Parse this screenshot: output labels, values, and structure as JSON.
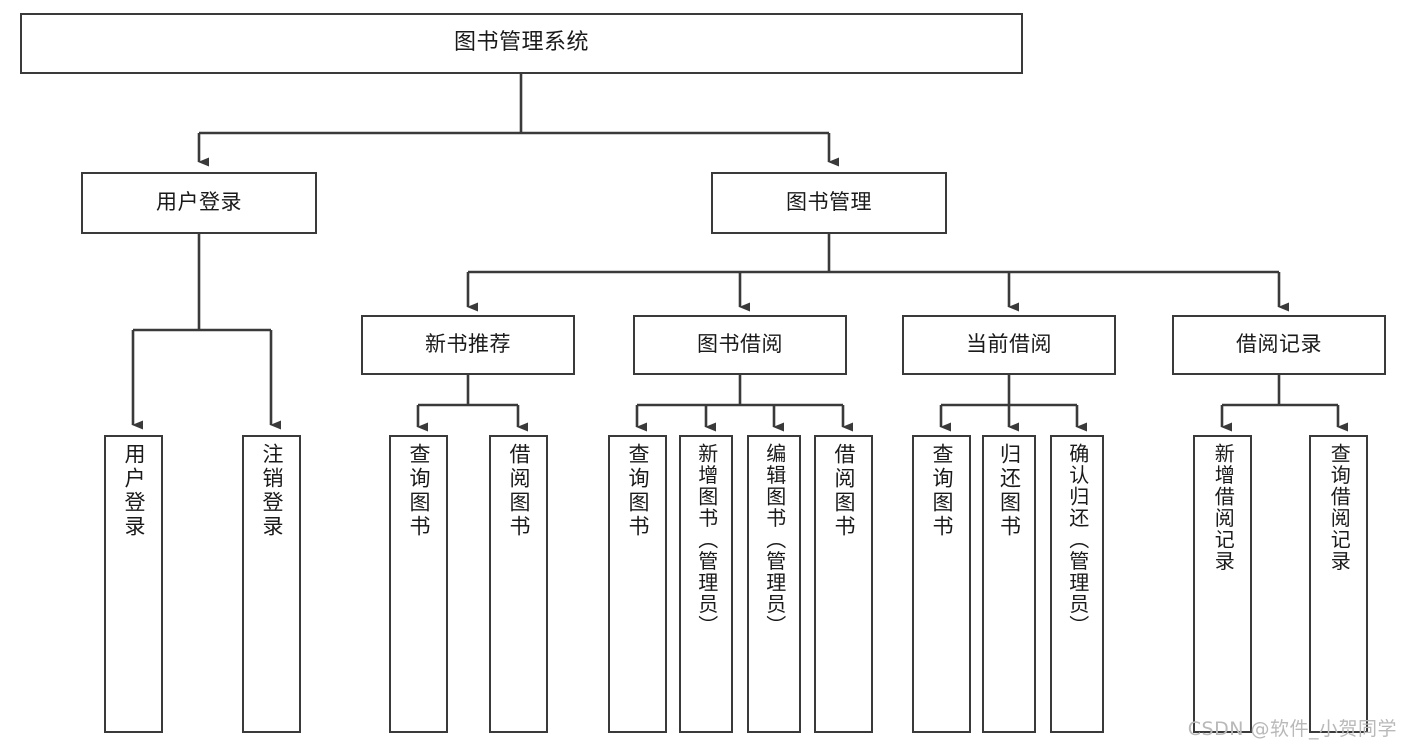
{
  "diagram": {
    "type": "hierarchy-tree",
    "title": "图书管理系统",
    "root": {
      "id": "root",
      "label": "图书管理系统",
      "orientation": "horizontal"
    },
    "level2": [
      {
        "id": "user-login",
        "label": "用户登录",
        "orientation": "horizontal"
      },
      {
        "id": "book-manage",
        "label": "图书管理",
        "orientation": "horizontal"
      }
    ],
    "level3": [
      {
        "id": "new-book-recommend",
        "label": "新书推荐",
        "orientation": "horizontal",
        "parent": "book-manage"
      },
      {
        "id": "book-borrow",
        "label": "图书借阅",
        "orientation": "horizontal",
        "parent": "book-manage"
      },
      {
        "id": "current-borrow",
        "label": "当前借阅",
        "orientation": "horizontal",
        "parent": "book-manage"
      },
      {
        "id": "borrow-record",
        "label": "借阅记录",
        "orientation": "horizontal",
        "parent": "book-manage"
      }
    ],
    "leaves": [
      {
        "id": "leaf-user-login",
        "label": "用户登录",
        "parent": "user-login",
        "orientation": "vertical"
      },
      {
        "id": "leaf-logout-login",
        "label": "注销登录",
        "parent": "user-login",
        "orientation": "vertical"
      },
      {
        "id": "leaf-query-book-1",
        "label": "查询图书",
        "parent": "new-book-recommend",
        "orientation": "vertical"
      },
      {
        "id": "leaf-borrow-book-1",
        "label": "借阅图书",
        "parent": "new-book-recommend",
        "orientation": "vertical"
      },
      {
        "id": "leaf-query-book-2",
        "label": "查询图书",
        "parent": "book-borrow",
        "orientation": "vertical"
      },
      {
        "id": "leaf-add-book-admin",
        "label": "新增图书（管理员）",
        "parent": "book-borrow",
        "orientation": "vertical"
      },
      {
        "id": "leaf-edit-book-admin",
        "label": "编辑图书（管理员）",
        "parent": "book-borrow",
        "orientation": "vertical"
      },
      {
        "id": "leaf-borrow-book-2",
        "label": "借阅图书",
        "parent": "book-borrow",
        "orientation": "vertical"
      },
      {
        "id": "leaf-query-book-3",
        "label": "查询图书",
        "parent": "current-borrow",
        "orientation": "vertical"
      },
      {
        "id": "leaf-return-book",
        "label": "归还图书",
        "parent": "current-borrow",
        "orientation": "vertical"
      },
      {
        "id": "leaf-confirm-return-admin",
        "label": "确认归还（管理员）",
        "parent": "current-borrow",
        "orientation": "vertical"
      },
      {
        "id": "leaf-add-borrow-record",
        "label": "新增借阅记录",
        "parent": "borrow-record",
        "orientation": "vertical"
      },
      {
        "id": "leaf-query-borrow-record",
        "label": "查询借阅记录",
        "parent": "borrow-record",
        "orientation": "vertical"
      }
    ],
    "colors": {
      "border": "#3a3a3a",
      "fill": "#ffffff",
      "text": "#1a1a1a",
      "connector": "#3a3a3a",
      "watermark": "#b9b9b9"
    }
  },
  "watermark": {
    "text": "CSDN @软件_小贺同学"
  }
}
